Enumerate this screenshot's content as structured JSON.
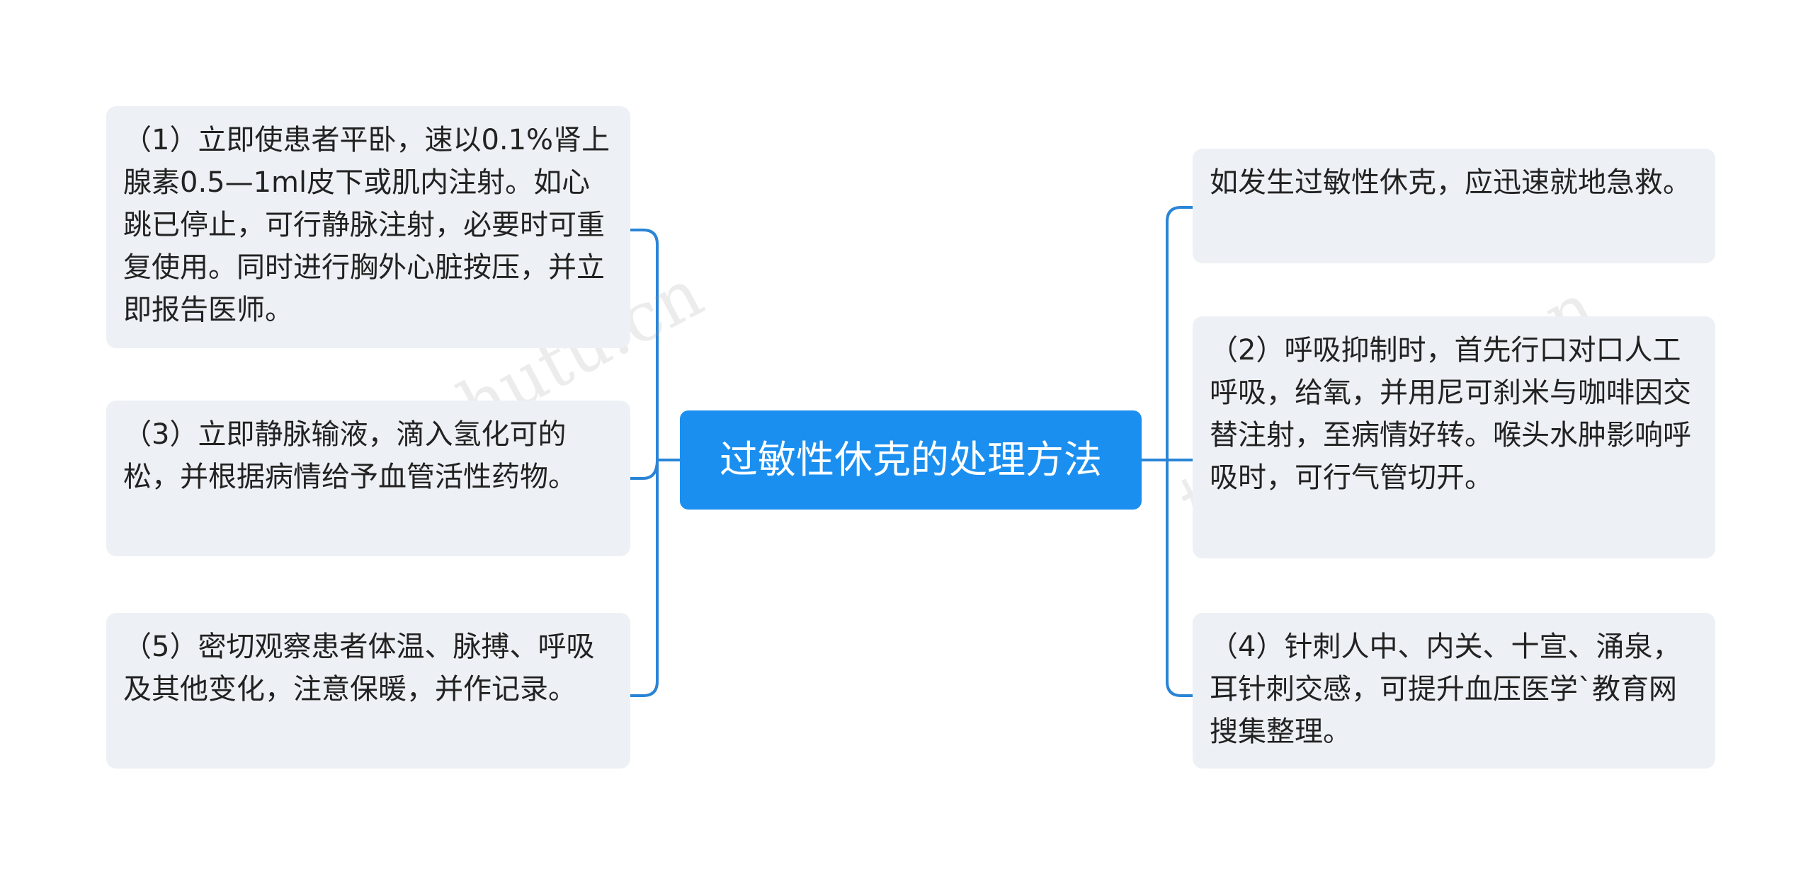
{
  "colors": {
    "root_fill": "#1b8ff0",
    "connector": "#2a84d6",
    "node_fill": "#edf0f4"
  },
  "watermark_text": "树图 shutu.cn",
  "root": {
    "title": "过敏性休克的处理方法"
  },
  "left_nodes": [
    {
      "text": "（1）立即使患者平卧，速以0.1%肾上腺素0.5—1ml皮下或肌内注射。如心跳已停止，可行静脉注射，必要时可重复使用。同时进行胸外心脏按压，并立即报告医师。"
    },
    {
      "text": "（3）立即静脉输液，滴入氢化可的松，并根据病情给予血管活性药物。"
    },
    {
      "text": "（5）密切观察患者体温、脉搏、呼吸及其他变化，注意保暖，并作记录。"
    }
  ],
  "right_nodes": [
    {
      "text": "如发生过敏性休克，应迅速就地急救。"
    },
    {
      "text": "（2）呼吸抑制时，首先行口对口人工呼吸，给氧，并用尼可刹米与咖啡因交替注射，至病情好转。喉头水肿影响呼吸时，可行气管切开。"
    },
    {
      "text": "（4）针刺人中、内关、十宣、涌泉，耳针刺交感，可提升血压医学`教育网搜集整理。"
    }
  ]
}
